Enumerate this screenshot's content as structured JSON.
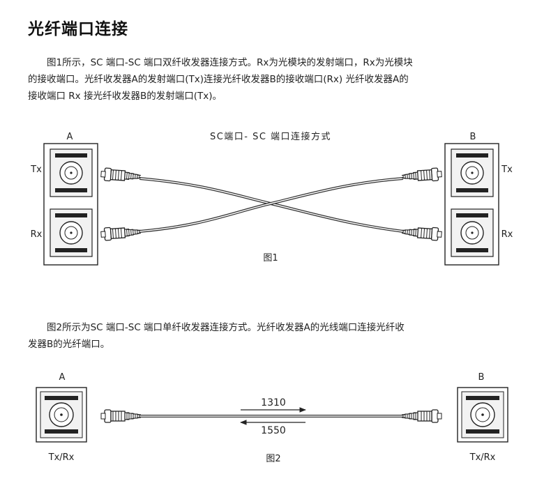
{
  "title": "光纤端口连接",
  "para1": {
    "line1": "图1所示，SC 端口-SC 端口双纤收发器连接方式。Rx为光模块的发射端口，Rx为光模块",
    "line2": "的接收端口。光纤收发器A的发射端口(Tx)连接光纤收发器B的接收端口(Rx) 光纤收发器A的",
    "line3": "接收端口 Rx 接光纤收发器B的发射端口(Tx)。"
  },
  "fig1": {
    "heading": "SC端口- SC 端口连接方式",
    "label_a": "A",
    "label_b": "B",
    "tx_left": "Tx",
    "rx_left": "Rx",
    "tx_right": "Tx",
    "rx_right": "Rx",
    "caption": "图1"
  },
  "para2": {
    "line1": "图2所示为SC 端口-SC 端口单纤收发器连接方式。光纤收发器A的光线端口连接光纤收",
    "line2": "发器B的光纤端口。"
  },
  "fig2": {
    "label_a": "A",
    "label_b": "B",
    "txrx_left": "Tx/Rx",
    "txrx_right": "Tx/Rx",
    "wavelength_forward": "1310",
    "wavelength_backward": "1550",
    "caption": "图2"
  },
  "colors": {
    "ink": "#222222",
    "port_fill": "#f2f2f2",
    "cable": "#333333"
  },
  "icons": [
    "sc-port-icon",
    "fiber-connector-icon",
    "arrow-right-icon",
    "arrow-left-icon"
  ]
}
